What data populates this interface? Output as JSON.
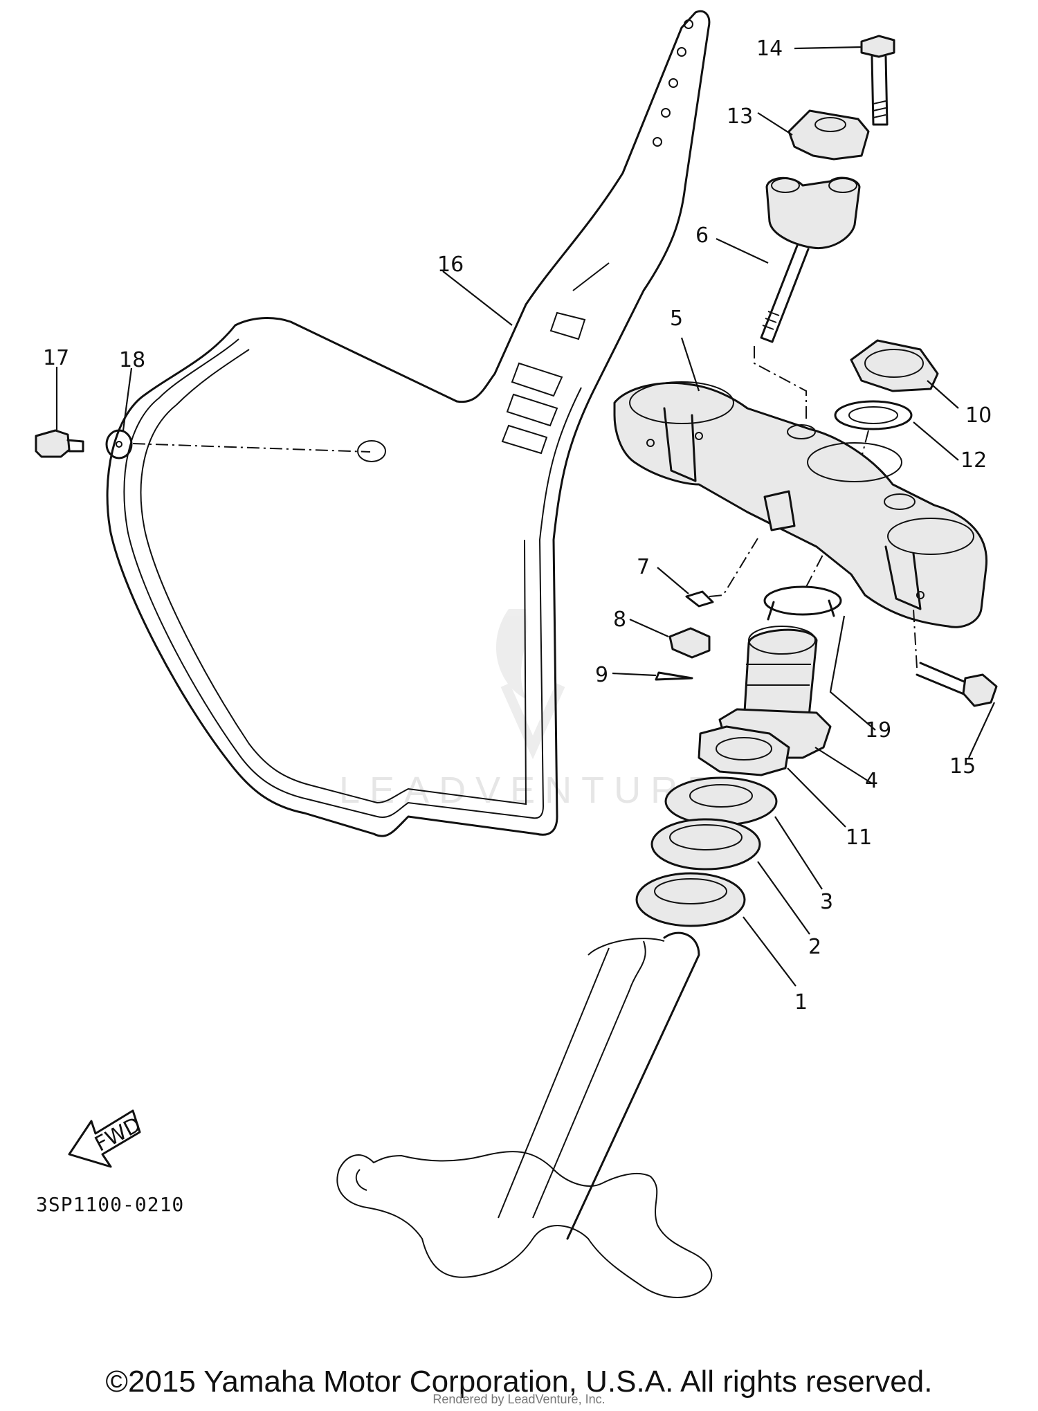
{
  "diagram": {
    "drawing_code": "3SP1100-0210",
    "fwd_label": "FWD",
    "watermark": "LEADVENTURE",
    "copyright": "©2015 Yamaha Motor Corporation, U.S.A. All rights reserved.",
    "rendered_by": "Rendered by LeadVenture, Inc.",
    "callouts": [
      "1",
      "2",
      "3",
      "4",
      "5",
      "6",
      "7",
      "8",
      "9",
      "10",
      "11",
      "12",
      "13",
      "14",
      "15",
      "16",
      "17",
      "18",
      "19"
    ]
  }
}
